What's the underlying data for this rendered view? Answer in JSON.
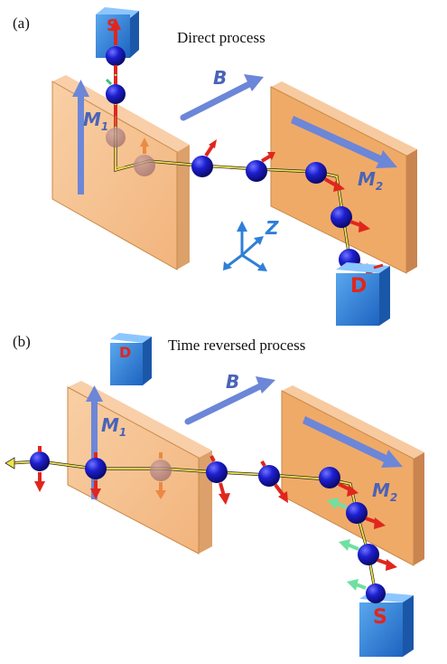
{
  "panel_a": {
    "label": "(a)",
    "title": "Direct process",
    "field_label": "B",
    "magnet1_label": "M",
    "magnet1_sub": "1",
    "magnet2_label": "M",
    "magnet2_sub": "2",
    "axis_label": "Z",
    "source_letter": "S",
    "detector_letter": "D"
  },
  "panel_b": {
    "label": "(b)",
    "title": "Time reversed process",
    "field_label": "B",
    "magnet1_label": "M",
    "magnet1_sub": "1",
    "magnet2_label": "M",
    "magnet2_sub": "2",
    "source_letter": "S",
    "detector_letter": "D"
  },
  "colors": {
    "plate": "#f3b67a",
    "plate_edge": "#c98a4a",
    "sphere": "#1d1fd0",
    "spin_arrow": "#e0261d",
    "ghost_arrow": "#e8782c",
    "green_arrow": "#6fe0a0",
    "beam": "#f2e34a",
    "box": "#2f7fd8",
    "magnet_arrow": "#6c86d8"
  }
}
